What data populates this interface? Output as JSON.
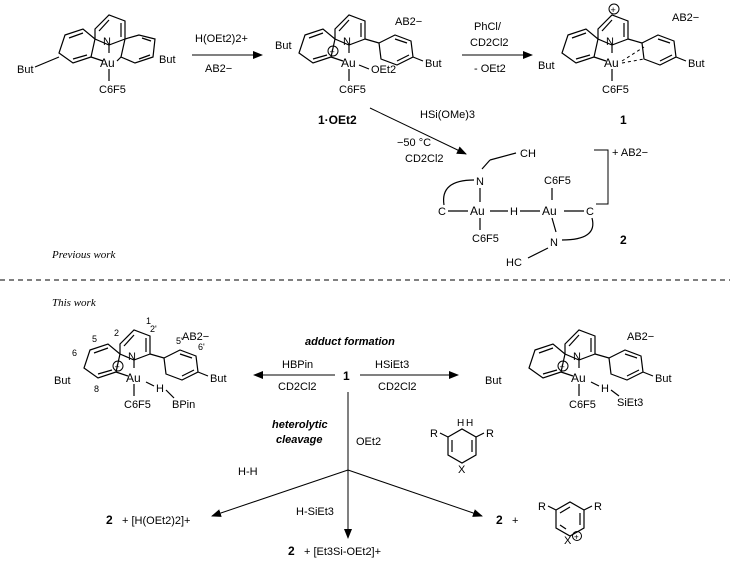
{
  "reagents": {
    "step1_top": "H(OEt2)2+",
    "step1_bottom": "AB2−",
    "step2_top": "PhCl/",
    "step2_mid": "CD2Cl2",
    "step2_bottom": "- OEt2",
    "step3_top": "HSi(OMe)3",
    "step3_temp": "−50 °C",
    "step3_solvent": "CD2Cl2",
    "hbpin": "HBPin",
    "hbpin_solvent": "CD2Cl2",
    "hsiet3": "HSiEt3",
    "hsiet3_solvent": "CD2Cl2",
    "oet2": "OEt2",
    "hh": "H-H",
    "hsiet3_bottom": "H-SiEt3"
  },
  "labels": {
    "compound_1oet2": "1·OEt2",
    "compound_1": "1",
    "compound_2": "2",
    "center_1": "1",
    "previous_work": "Previous work",
    "this_work": "This work",
    "adduct_formation": "adduct formation",
    "heterolytic_1": "heterolytic",
    "heterolytic_2": "cleavage"
  },
  "groups": {
    "but": "But",
    "au": "Au",
    "c6f5": "C6F5",
    "ab2": "AB2−",
    "n": "N",
    "oet2": "OEt2",
    "h": "H",
    "bpin": "BPin",
    "siet3": "SiEt3",
    "c": "C",
    "ch": "CH",
    "hc": "HC",
    "r": "R",
    "x": "X",
    "plus": "+",
    "charge": "+ AB2−"
  },
  "numbering": [
    "1",
    "2",
    "2'",
    "5",
    "5'",
    "6",
    "6'",
    "8"
  ],
  "products": {
    "p1_num": "2",
    "p1_rest": "+  [H(OEt2)2]+",
    "p2_num": "2",
    "p2_rest": "+  [Et3Si-OEt2]+",
    "p3_num": "2",
    "p3_rest": "+"
  }
}
